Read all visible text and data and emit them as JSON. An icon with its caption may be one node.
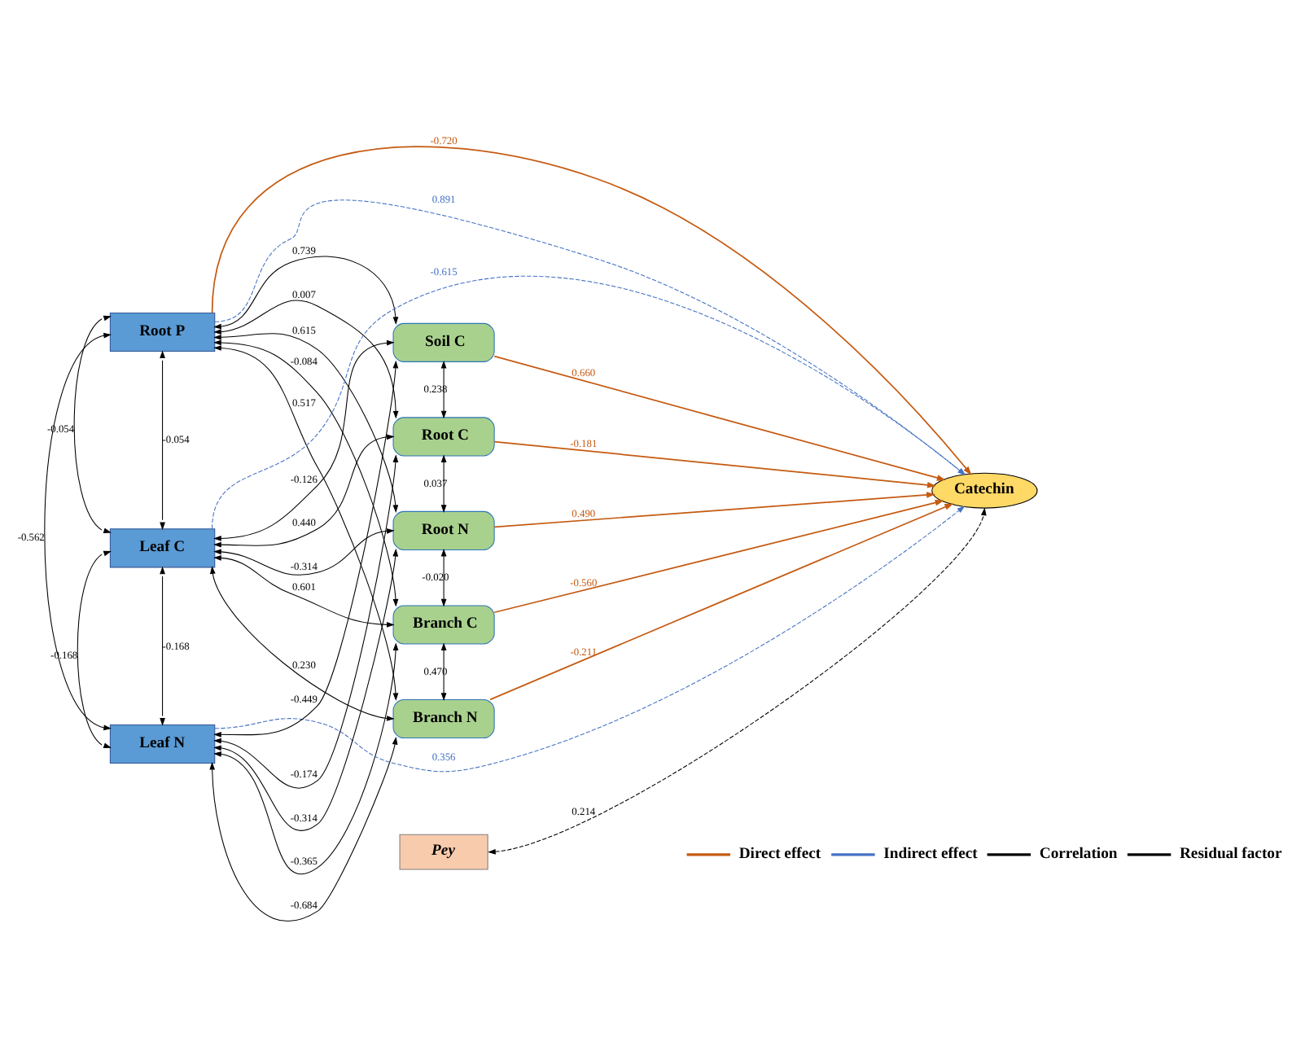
{
  "diagram": {
    "nodes": [
      {
        "text": [
          "Root P"
        ]
      },
      {
        "text": [
          "Leaf C"
        ]
      },
      {
        "text": [
          "Leaf N"
        ]
      },
      {
        "text": [
          "Soil C"
        ]
      },
      {
        "text": [
          "Root C"
        ]
      },
      {
        "text": [
          "Root N"
        ]
      },
      {
        "text": [
          "Branch C"
        ]
      },
      {
        "text": [
          "Branch N"
        ]
      },
      {
        "text": [
          "Catechin"
        ]
      },
      {
        "text": [
          "Pey"
        ]
      }
    ],
    "edges": [
      {
        "from": 0,
        "to": 3,
        "arrow": "both",
        "label": "0.739"
      },
      {
        "from": 0,
        "to": 4,
        "arrow": "both",
        "label": "0.007"
      },
      {
        "from": 0,
        "to": 5,
        "arrow": "both",
        "label": "0.615"
      },
      {
        "from": 0,
        "to": 6,
        "arrow": "both",
        "label": "-0.084"
      },
      {
        "from": 0,
        "to": 7,
        "arrow": "both",
        "label": "0.517"
      },
      {
        "from": 0,
        "to": 1,
        "arrow": "both",
        "label": "-0.054"
      },
      {
        "from": 0,
        "to": 1,
        "arrow": "both",
        "label": "-0.054"
      },
      {
        "from": 0,
        "to": 2,
        "arrow": "both",
        "label": "-0.562"
      },
      {
        "from": 1,
        "to": 2,
        "arrow": "both",
        "label": "-0.168"
      },
      {
        "from": 1,
        "to": 2,
        "arrow": "both",
        "label": "-0.168"
      },
      {
        "from": 3,
        "to": 1,
        "arrow": "both",
        "label": "-0.126"
      },
      {
        "from": 1,
        "to": 4,
        "arrow": "both",
        "label": "0.440"
      },
      {
        "from": 1,
        "to": 5,
        "arrow": "both",
        "label": "-0.314"
      },
      {
        "from": 1,
        "to": 6,
        "arrow": "both",
        "label": "0.601"
      },
      {
        "from": 1,
        "to": 7,
        "arrow": "both",
        "label": "0.230"
      },
      {
        "from": 3,
        "to": 2,
        "arrow": "both",
        "label": "-0.449"
      },
      {
        "from": 4,
        "to": 2,
        "arrow": "both",
        "label": "-0.174"
      },
      {
        "from": 5,
        "to": 2,
        "arrow": "both",
        "label": "-0.314"
      },
      {
        "from": 2,
        "to": 6,
        "arrow": "both",
        "label": "-0.365"
      },
      {
        "from": 2,
        "to": 7,
        "arrow": "both",
        "label": "-0.684"
      },
      {
        "from": 3,
        "to": 4,
        "arrow": "both",
        "label": "0.238"
      },
      {
        "from": 4,
        "to": 5,
        "arrow": "both",
        "label": "0.037"
      },
      {
        "from": 5,
        "to": 6,
        "arrow": "both",
        "label": "-0.020"
      },
      {
        "from": 6,
        "to": 7,
        "arrow": "both",
        "label": "0.470"
      },
      {
        "from": 3,
        "to": 8,
        "arrow": "to",
        "label": "0.660",
        "color": "#c55a11"
      },
      {
        "from": 0,
        "to": 8,
        "arrow": "to",
        "label": "-0.720",
        "color": "#c55a11"
      },
      {
        "from": 4,
        "to": 8,
        "arrow": "to",
        "label": "-0.181",
        "color": "#c55a11"
      },
      {
        "from": 5,
        "to": 8,
        "arrow": "to",
        "label": "0.490",
        "color": "#c55a11"
      },
      {
        "from": 6,
        "to": 8,
        "arrow": "to",
        "label": "-0.560",
        "color": "#c55a11"
      },
      {
        "from": 7,
        "to": 8,
        "arrow": "to",
        "label": "-0.211",
        "color": "#c55a11"
      },
      {
        "from": 0,
        "to": 8,
        "arrow": "to",
        "label": "0.891",
        "style": "dashed",
        "color": "#4472c4"
      },
      {
        "from": 1,
        "to": 8,
        "arrow": "to",
        "label": "-0.615",
        "style": "dashed",
        "color": "#4472c4"
      },
      {
        "from": 2,
        "to": 8,
        "arrow": "to",
        "label": "0.356",
        "style": "dashed",
        "color": "#4472c4"
      },
      {
        "from": 9,
        "to": 8,
        "arrow": "both",
        "label": "0.214",
        "style": "dashed"
      }
    ],
    "legend": [
      {
        "text": "Direct effect"
      },
      {
        "text": "Indirect effect"
      },
      {
        "text": "Correlation"
      },
      {
        "text": "Residual factor"
      }
    ]
  }
}
